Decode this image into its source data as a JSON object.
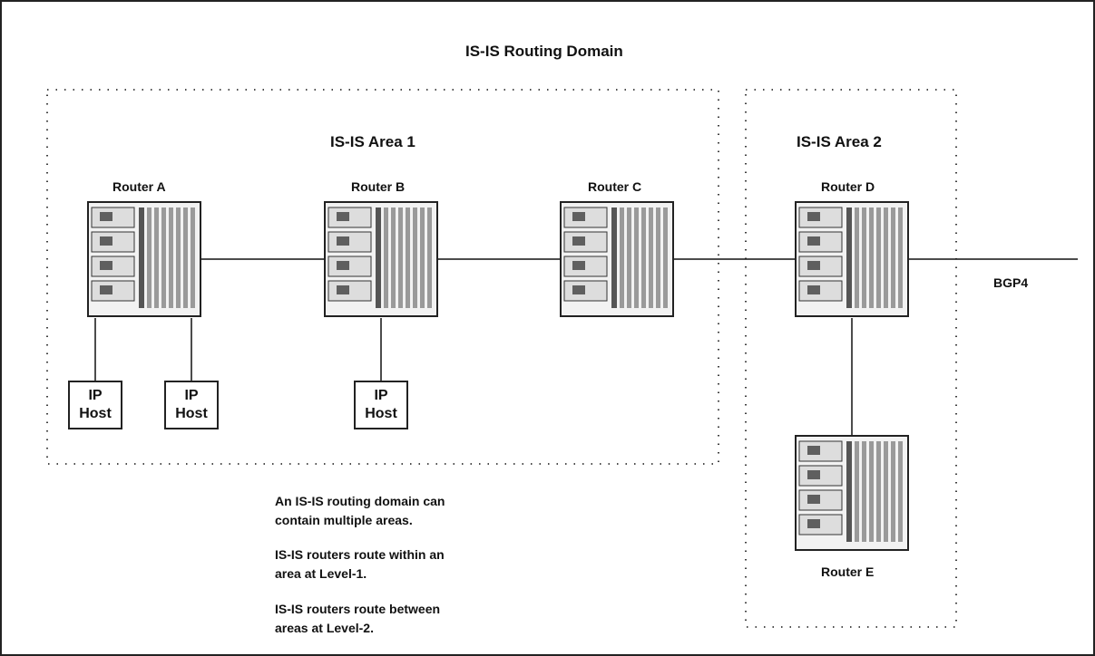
{
  "diagram": {
    "title": "IS-IS Routing Domain",
    "areas": [
      {
        "label": "IS-IS Area 1"
      },
      {
        "label": "IS-IS Area 2"
      }
    ],
    "routers": [
      {
        "label": "Router A"
      },
      {
        "label": "Router B"
      },
      {
        "label": "Router C"
      },
      {
        "label": "Router D"
      },
      {
        "label": "Router E"
      }
    ],
    "hosts": [
      {
        "label": "IP\nHost"
      },
      {
        "label": "IP\nHost"
      },
      {
        "label": "IP\nHost"
      }
    ],
    "external_link_label": "BGP4",
    "notes": [
      "An IS-IS routing domain can\ncontain multiple areas.",
      "IS-IS routers route within an\narea at Level-1.",
      "IS-IS routers route between\nareas at Level-2."
    ],
    "colors": {
      "line": "#111111",
      "device_dark": "#555555",
      "device_mid": "#9a9a9a",
      "device_light": "#e6e6e6"
    }
  }
}
